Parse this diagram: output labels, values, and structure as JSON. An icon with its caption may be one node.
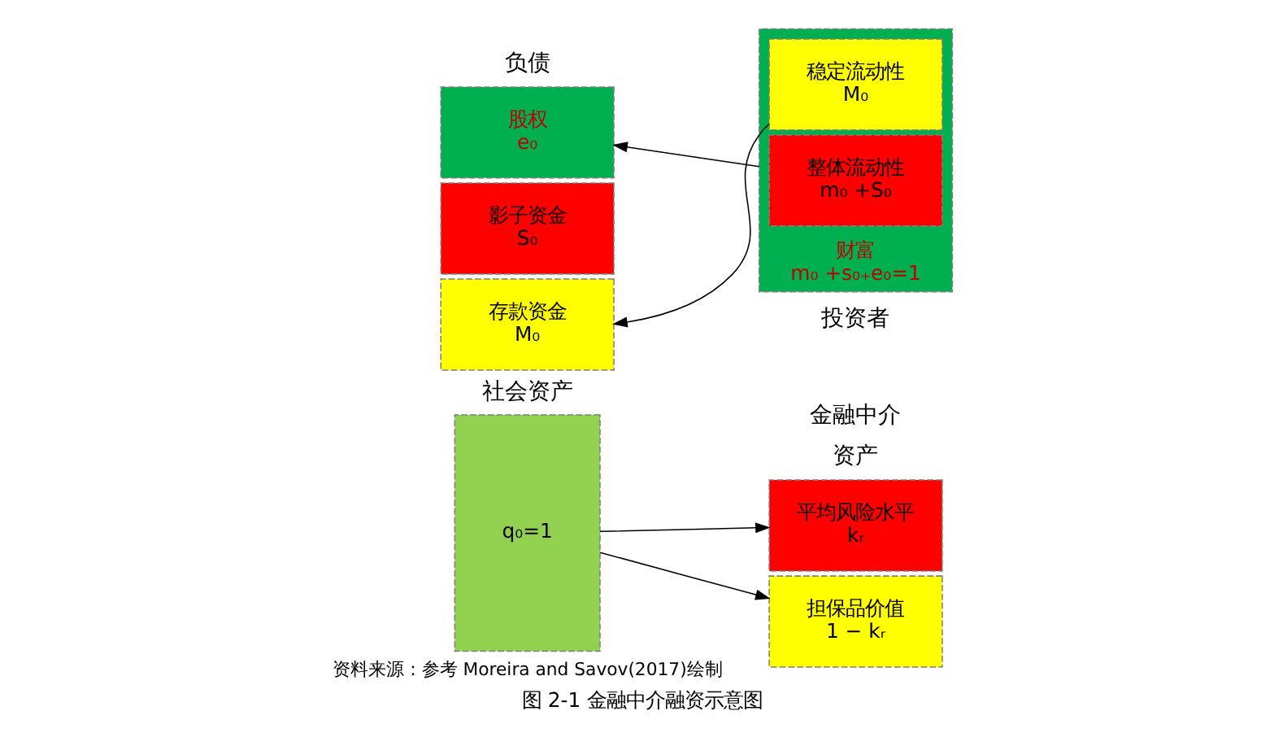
{
  "diagram": {
    "caption": "图 2-1 金融中介融资示意图",
    "nodes": [
      {
        "text": [
          "q₀=1"
        ]
      },
      {
        "text": [
          "平均风险水平",
          "kᵣ"
        ]
      },
      {
        "text": [
          "担保品价值",
          "1 − kᵣ"
        ]
      },
      {
        "text": [
          "股权",
          "e₀"
        ]
      },
      {
        "text": [
          "影子资金",
          "S₀"
        ]
      },
      {
        "text": [
          "存款资金",
          "M₀"
        ]
      },
      {
        "text": [
          "财富",
          "m₀ +s₀₊e₀=1"
        ]
      },
      {
        "text": [
          "整体流动性",
          "m₀ +S₀"
        ],
        "in": 6
      },
      {
        "text": [
          "稳定流动性",
          "M₀"
        ],
        "in": 6
      }
    ],
    "edges": [
      {
        "from": 0,
        "to": 1,
        "arrow": "to"
      },
      {
        "from": 0,
        "to": 2,
        "arrow": "to"
      },
      {
        "from": 6,
        "to": 3,
        "arrow": "to"
      },
      {
        "from": 8,
        "to": 5,
        "arrow": "to"
      }
    ],
    "labels": [
      "社会资产",
      "金融中介",
      "投资者",
      "资产",
      "负债",
      "资料来源：参考 Moreira and Savov(2017)绘制"
    ]
  }
}
